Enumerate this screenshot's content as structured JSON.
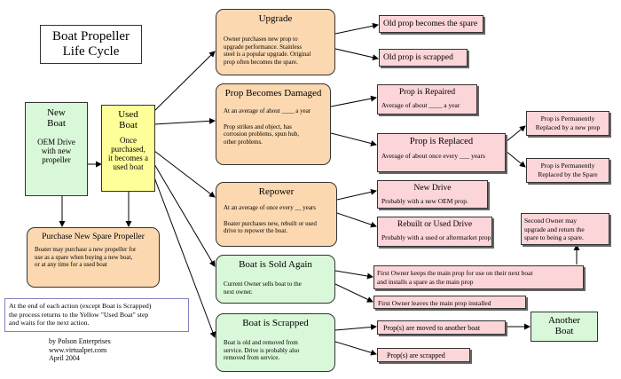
{
  "title": [
    "Boat Propeller",
    "Life Cycle"
  ],
  "new_boat": {
    "title": [
      "New",
      "Boat"
    ],
    "text": [
      "OEM Drive",
      "with new",
      "propeller"
    ]
  },
  "used_boat": {
    "title": [
      "Used",
      "Boat"
    ],
    "text": [
      "Once",
      "purchased,",
      "it becomes a",
      "used boat"
    ]
  },
  "spare": {
    "title": "Purchase New Spare Propeller",
    "text": [
      "Boater may purchase a new propeller for",
      "use as a spare when buying a new  boat,",
      "or at any time for a used boat"
    ]
  },
  "note": [
    "At the end of each action (except Boat is Scrapped)",
    "the process returns to the Yellow \"Used Boat\" step",
    "and waits for the next action."
  ],
  "credits": [
    "by Polson  Enterprises",
    "www.virtualpet.com",
    "April 2004"
  ],
  "upgrade": {
    "title": "Upgrade",
    "text": [
      "Owner purchases new prop to",
      "upgrade performance. Stainless",
      "steel is a popular upgrade. Original",
      "prop often becomes the spare."
    ]
  },
  "damaged": {
    "title": "Prop Becomes Damaged",
    "freq": "At an average of about ____ a year",
    "text": [
      "Prop strikes and object, has",
      "corrosion problems, spun hub,",
      "other problems."
    ]
  },
  "repower": {
    "title": "Repower",
    "freq": "At an average of once every __ years",
    "text": [
      "Boater purchases new, rebuilt or used",
      "drive to    repower the boat."
    ]
  },
  "sold": {
    "title": "Boat is Sold Again",
    "text": [
      "Current Owner sells boat to the",
      "next owner."
    ]
  },
  "scrapped": {
    "title": "Boat is Scrapped",
    "text": [
      "Boat is old and removed from",
      "service. Drive is probably also",
      "removed from service."
    ]
  },
  "old_spare": "Old prop becomes the spare",
  "old_scrapped": "Old prop is scrapped",
  "repaired": {
    "title": "Prop is Repaired",
    "text": "Average of about ____ a year"
  },
  "replaced": {
    "title": "Prop is Replaced",
    "text": "Average of about once every ___ years"
  },
  "perm_new": [
    "Prop is Permanently",
    "Replaced by a new prop"
  ],
  "perm_spare": [
    "Prop is Permanently",
    "Replaced by the Spare"
  ],
  "new_drive": {
    "title": "New Drive",
    "text": "Probably with a new OEM prop."
  },
  "rebuilt": {
    "title": "Rebuilt or Used Drive",
    "text": "Probably with a used or    aftermarket  prop."
  },
  "second_owner": [
    "Second Owner may",
    "upgrade and return the",
    "spare to being a spare."
  ],
  "first_keeps": [
    "First Owner keeps the main prop for use on their next boat",
    "and installs a spare as the main prop"
  ],
  "first_leaves": "First Owner leaves the main prop installed",
  "moved": "Prop(s) are moved to another boat",
  "another_boat": [
    "Another",
    "Boat"
  ],
  "props_scrapped": "Prop(s) are scrapped"
}
